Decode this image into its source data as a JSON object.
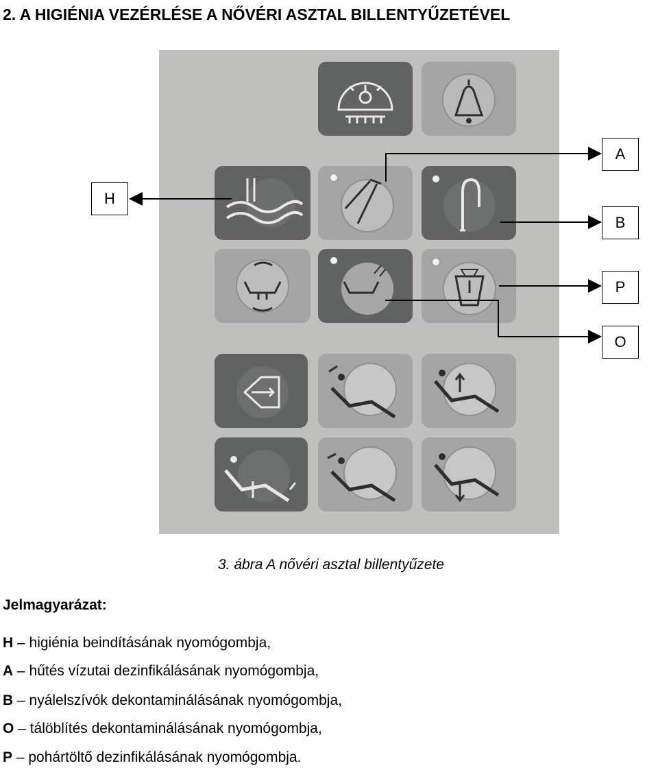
{
  "document": {
    "heading": "2.   A HIGIÉNIA VEZÉRLÉSE A NŐVÉRI ASZTAL BILLENTYŰZETÉVEL",
    "caption": "3. ábra  A nővéri asztal billentyűzete",
    "legend_title": "Jelmagyarázat:"
  },
  "labels": {
    "H": "H",
    "A": "A",
    "B": "B",
    "P": "P",
    "O": "O"
  },
  "legend": [
    {
      "key": "H",
      "text": "– higiénia beindításának nyomógombja,"
    },
    {
      "key": "A",
      "text": "– hűtés vízutai dezinfikálásának nyomógombja,"
    },
    {
      "key": "B",
      "text": "– nyálelszívók dekontaminálásának nyomógombja,"
    },
    {
      "key": "O",
      "text": "– tálöblítés dekontaminálásának nyomógombja,"
    },
    {
      "key": "P",
      "text": "– pohártöltő dezinfikálásának nyomógombja."
    }
  ],
  "keys": [
    {
      "name": "operating-light-icon",
      "tone": "dark"
    },
    {
      "name": "bell-icon",
      "tone": "light"
    },
    {
      "name": "hygiene-start-icon",
      "tone": "dark"
    },
    {
      "name": "cooling-water-icon",
      "tone": "light"
    },
    {
      "name": "saliva-ejector-icon",
      "tone": "dark"
    },
    {
      "name": "bowl-rinse-icon",
      "tone": "light"
    },
    {
      "name": "bowl-flush-spray-icon",
      "tone": "dark"
    },
    {
      "name": "cup-filler-icon",
      "tone": "light"
    },
    {
      "name": "chair-swap-icon",
      "tone": "dark"
    },
    {
      "name": "backrest-up-icon",
      "tone": "light"
    },
    {
      "name": "chair-up-icon",
      "tone": "light"
    },
    {
      "name": "chair-reset-icon",
      "tone": "dark"
    },
    {
      "name": "backrest-down-icon",
      "tone": "light"
    },
    {
      "name": "chair-down-icon",
      "tone": "light"
    }
  ]
}
